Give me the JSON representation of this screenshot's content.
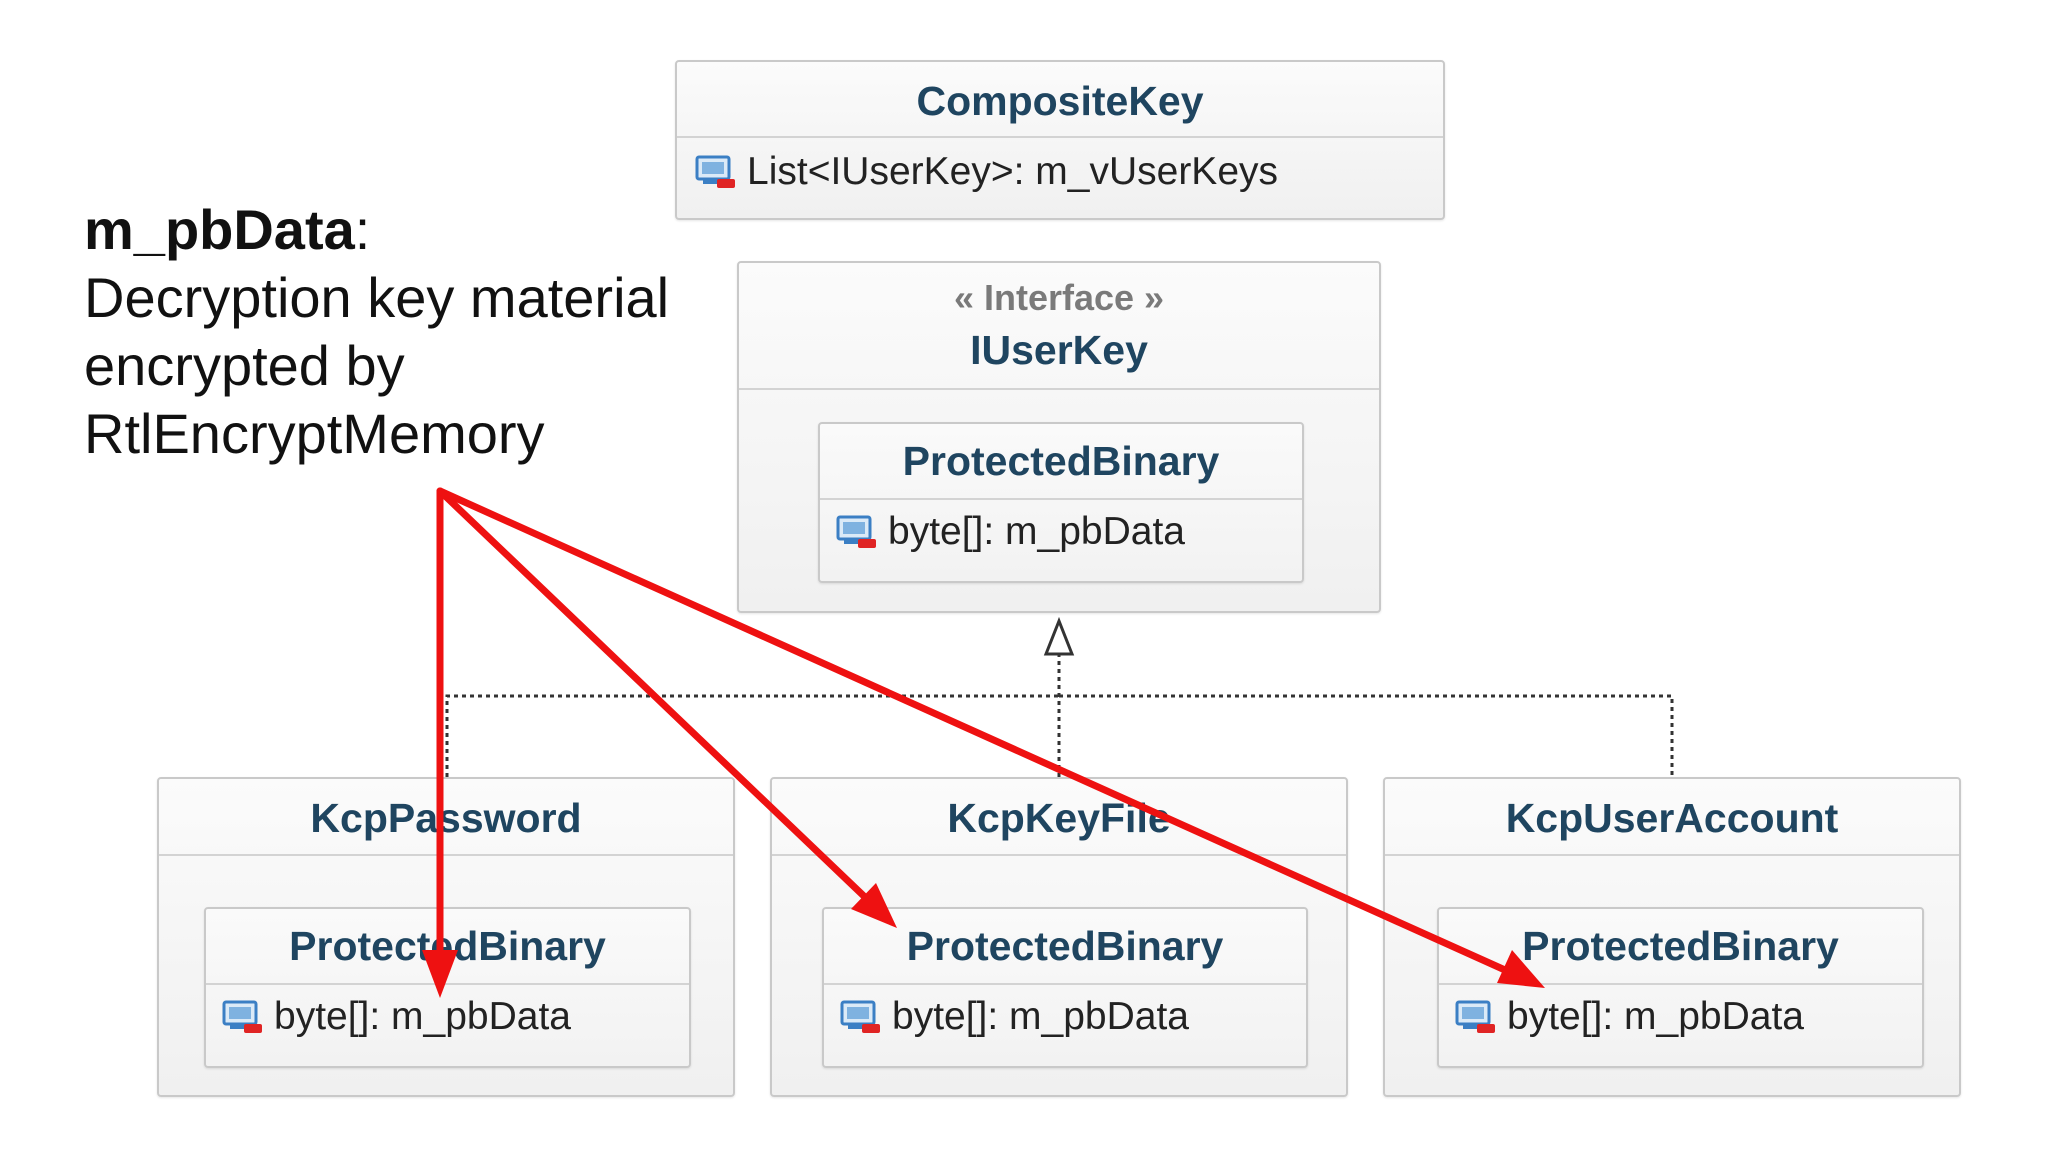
{
  "note": {
    "field_name": "m_pbData",
    "colon": ":",
    "lines": [
      "Decryption key material",
      "encrypted by",
      "RtlEncryptMemory"
    ]
  },
  "composite_key": {
    "title": "CompositeKey",
    "field": "List<IUserKey>: m_vUserKeys"
  },
  "iuserkey": {
    "stereotype": "« Interface »",
    "title": "IUserKey",
    "member": {
      "title": "ProtectedBinary",
      "field": "byte[]: m_pbData"
    }
  },
  "implementations": [
    {
      "title": "KcpPassword",
      "member": {
        "title": "ProtectedBinary",
        "field": "byte[]: m_pbData"
      }
    },
    {
      "title": "KcpKeyFile",
      "member": {
        "title": "ProtectedBinary",
        "field": "byte[]: m_pbData"
      }
    },
    {
      "title": "KcpUserAccount",
      "member": {
        "title": "ProtectedBinary",
        "field": "byte[]: m_pbData"
      }
    }
  ],
  "icons": {
    "field": "private-field-icon"
  },
  "colors": {
    "arrow": "#ee1111",
    "title": "#1f4560",
    "relation": "#333333"
  }
}
